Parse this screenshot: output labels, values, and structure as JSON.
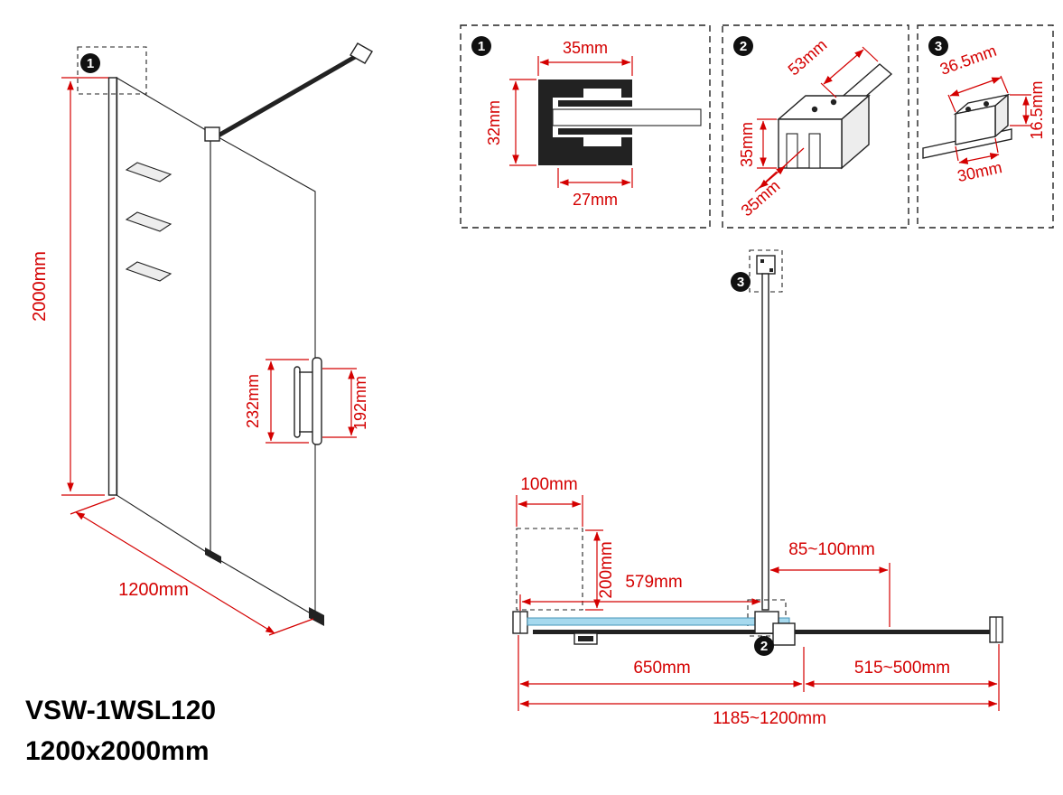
{
  "title": {
    "model": "VSW-1WSL120",
    "size": "1200x2000mm"
  },
  "colors": {
    "dim": "#d40000",
    "ink": "#222222",
    "glass": "#a6d9ee",
    "glass_edge": "#4795b8"
  },
  "markers": {
    "m1": "1",
    "m2": "2",
    "m3": "3"
  },
  "front_view": {
    "height": "2000mm",
    "width": "1200mm",
    "handle_outer": "232mm",
    "handle_inner": "192mm"
  },
  "detail_1": {
    "top": "35mm",
    "left": "32mm",
    "bottom": "27mm"
  },
  "detail_2": {
    "bar": "53mm",
    "left": "35mm",
    "depth": "35mm"
  },
  "detail_3": {
    "top": "36.5mm",
    "right": "16.5mm",
    "bottom": "30mm"
  },
  "plan_view": {
    "wall_offset": "100mm",
    "depth": "200mm",
    "bar_position": "579mm",
    "bar_range": "85~100mm",
    "fixed_section": "650mm",
    "swing_section": "515~500mm",
    "total_width": "1185~1200mm"
  }
}
